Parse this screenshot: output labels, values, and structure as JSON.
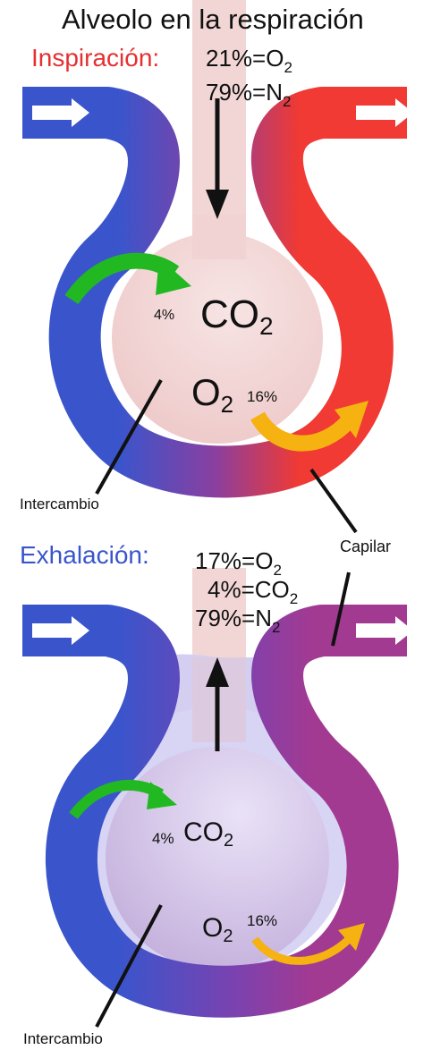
{
  "title": "Alveolo en la respiración",
  "inspiration": {
    "label": "Inspiración:",
    "o2_value": "21%=O",
    "o2_sub": "2",
    "n2_value": "79%=N",
    "n2_sub": "2",
    "co2_main": "CO",
    "co2_sub": "2",
    "co2_pct": "4%",
    "o2_main": "O",
    "o2_main_sub": "2",
    "o2_pct": "16%",
    "exchange_label": "Intercambio"
  },
  "capillary_label": "Capilar",
  "exhalation": {
    "label": "Exhalación:",
    "o2_value": "17%=O",
    "o2_sub": "2",
    "co2_value": "4%=CO",
    "co2_sub": "2",
    "n2_value": "79%=N",
    "n2_sub": "2",
    "co2_main": "CO",
    "co2_sub_main": "2",
    "co2_pct": "4%",
    "o2_main": "O",
    "o2_main_sub": "2",
    "o2_pct": "16%",
    "exchange_label": "Intercambio"
  },
  "colors": {
    "title": "#111111",
    "inspiration_label": "#e53030",
    "exhalation_label": "#3a55cc",
    "vein_blue": "#3a55cc",
    "artery_red": "#f03a33",
    "vessel_purple": "#a23a92",
    "alveolus_pink": "#f4dada",
    "alveolus_lavender": "#cdbde6",
    "co2_arrow": "#22b822",
    "o2_arrow": "#f5b210"
  }
}
